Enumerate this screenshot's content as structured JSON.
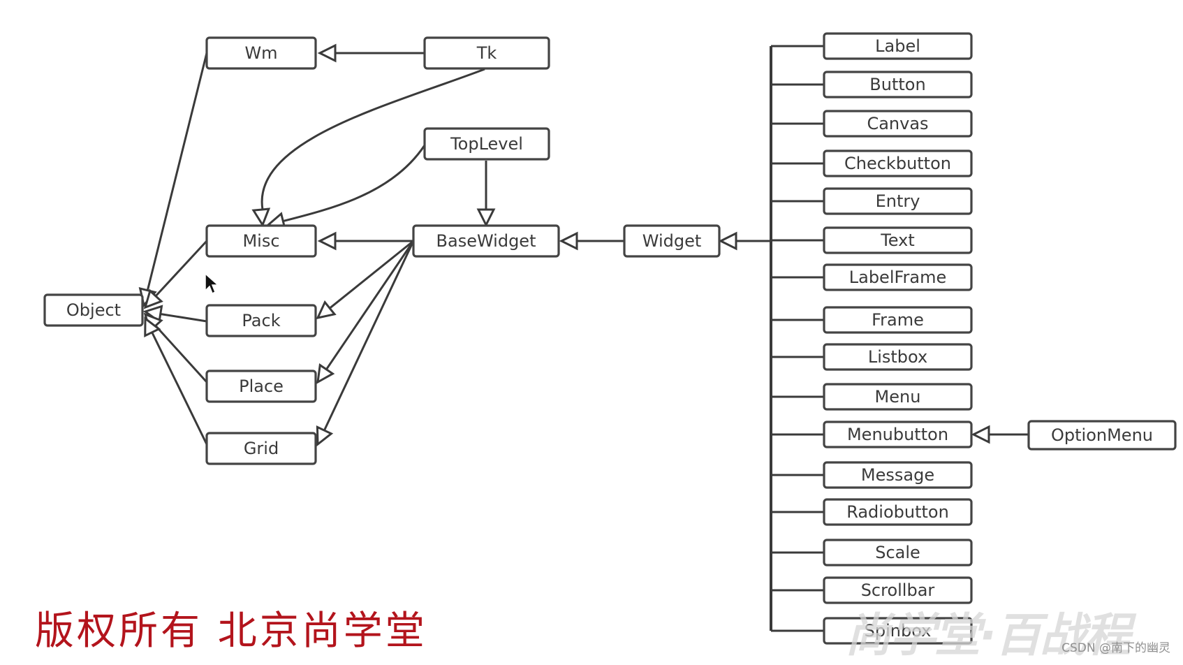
{
  "diagram": {
    "nodes": {
      "wm": "Wm",
      "tk": "Tk",
      "toplevel": "TopLevel",
      "misc": "Misc",
      "basewidget": "BaseWidget",
      "widget": "Widget",
      "object": "Object",
      "pack": "Pack",
      "place": "Place",
      "grid": "Grid",
      "optionmenu": "OptionMenu"
    },
    "widget_subclasses": [
      "Label",
      "Button",
      "Canvas",
      "Checkbutton",
      "Entry",
      "Text",
      "LabelFrame",
      "Frame",
      "Listbox",
      "Menu",
      "Menubutton",
      "Message",
      "Radiobutton",
      "Scale",
      "Scrollbar",
      "Spinbox"
    ]
  },
  "copyright": "版权所有 北京尚学堂",
  "watermark_brand": "尚学堂·百战程",
  "watermark_csdn": "CSDN @南下的幽灵",
  "colors": {
    "box_stroke": "#444444",
    "line": "#3a3a3a",
    "copyright": "#b3141c",
    "watermark": "#d6d6d6"
  },
  "icons": [
    "mouse-cursor-icon"
  ]
}
